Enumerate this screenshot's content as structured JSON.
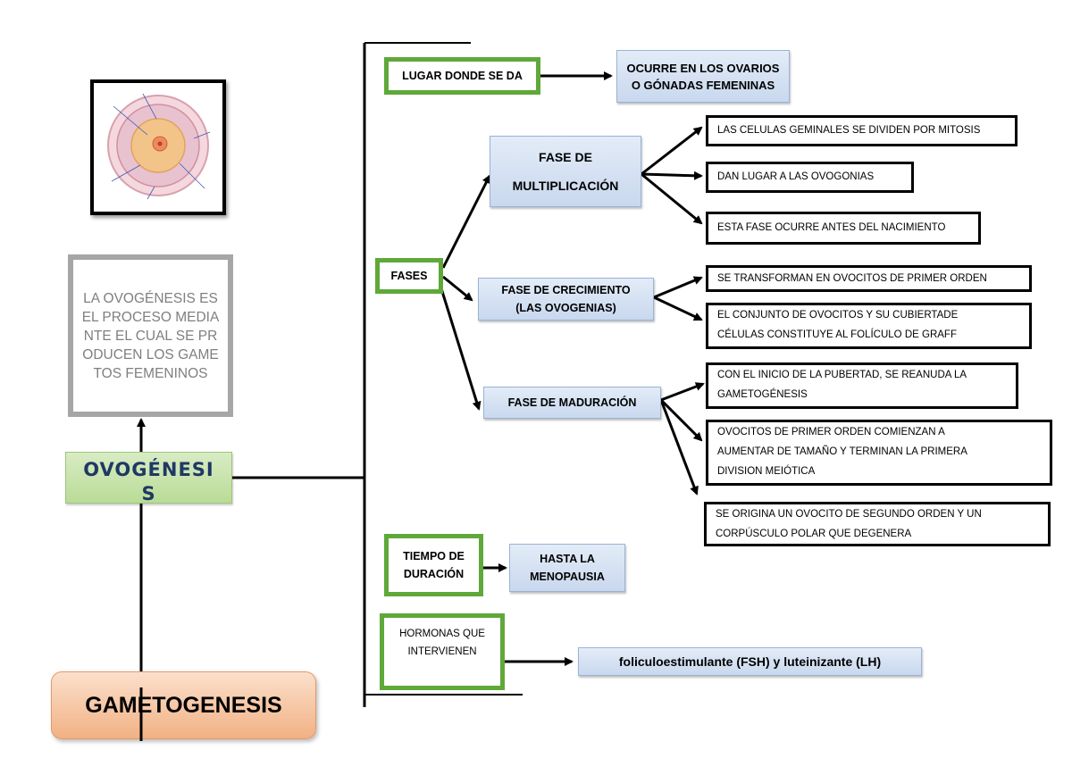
{
  "title": "GAMETOGENESIS",
  "topic": "OVOGÉNESIS",
  "definition": "LA OVOGÉNESIS ES EL PROCESO MEDIANTE EL CUAL SE PRODUCEN LOS GAMETOS FEMENINOS",
  "image": {
    "description": "ovocito-folicular-ilustracion"
  },
  "lugar": {
    "label": "LUGAR DONDE SE DA",
    "value_line1": "OCURRE EN LOS OVARIOS",
    "value_line2": "O GÓNADAS FEMENINAS"
  },
  "fases": {
    "label": "FASES",
    "multiplicacion": {
      "line1": "FASE DE",
      "line2": "MULTIPLICACIÓN",
      "items": [
        "LAS CELULAS GEMINALES SE DIVIDEN POR MITOSIS",
        "DAN LUGAR A LAS OVOGONIAS",
        "ESTA FASE OCURRE ANTES DEL NACIMIENTO"
      ]
    },
    "crecimiento": {
      "line1": "FASE DE CRECIMIENTO",
      "line2": "(LAS OVOGENIAS)",
      "item1": "SE TRANSFORMAN EN OVOCITOS DE PRIMER ORDEN",
      "item2_line1": "EL CONJUNTO DE OVOCITOS Y SU CUBIERTADE",
      "item2_line2": "CÉLULAS CONSTITUYE AL FOLÍCULO DE GRAFF"
    },
    "maduracion": {
      "label": "FASE DE MADURACIÓN",
      "item1_line1": "CON EL INICIO DE LA PUBERTAD, SE REANUDA LA",
      "item1_line2": "GAMETOGÉNESIS",
      "item2_line1": "OVOCITOS DE PRIMER ORDEN COMIENZAN A",
      "item2_line2": "AUMENTAR DE TAMAÑO Y TERMINAN LA PRIMERA",
      "item2_line3": "DIVISION MEIÓTICA",
      "item3_line1": "SE ORIGINA UN OVOCITO DE SEGUNDO ORDEN Y UN",
      "item3_line2": "CORPÚSCULO POLAR QUE DEGENERA"
    }
  },
  "tiempo": {
    "label_line1": "TIEMPO DE",
    "label_line2": "DURACIÓN",
    "value_line1": "HASTA LA",
    "value_line2": "MENOPAUSIA"
  },
  "hormonas": {
    "label_line1": "HORMONAS QUE",
    "label_line2": "INTERVIENEN",
    "value": "foliculoestimulante (FSH) y luteinizante (LH)"
  },
  "colors": {
    "green": "#5fa83a",
    "blue_box": "#c9d8ee",
    "orange_box": "#f3b58a",
    "gray_border": "#a6a6a6"
  }
}
